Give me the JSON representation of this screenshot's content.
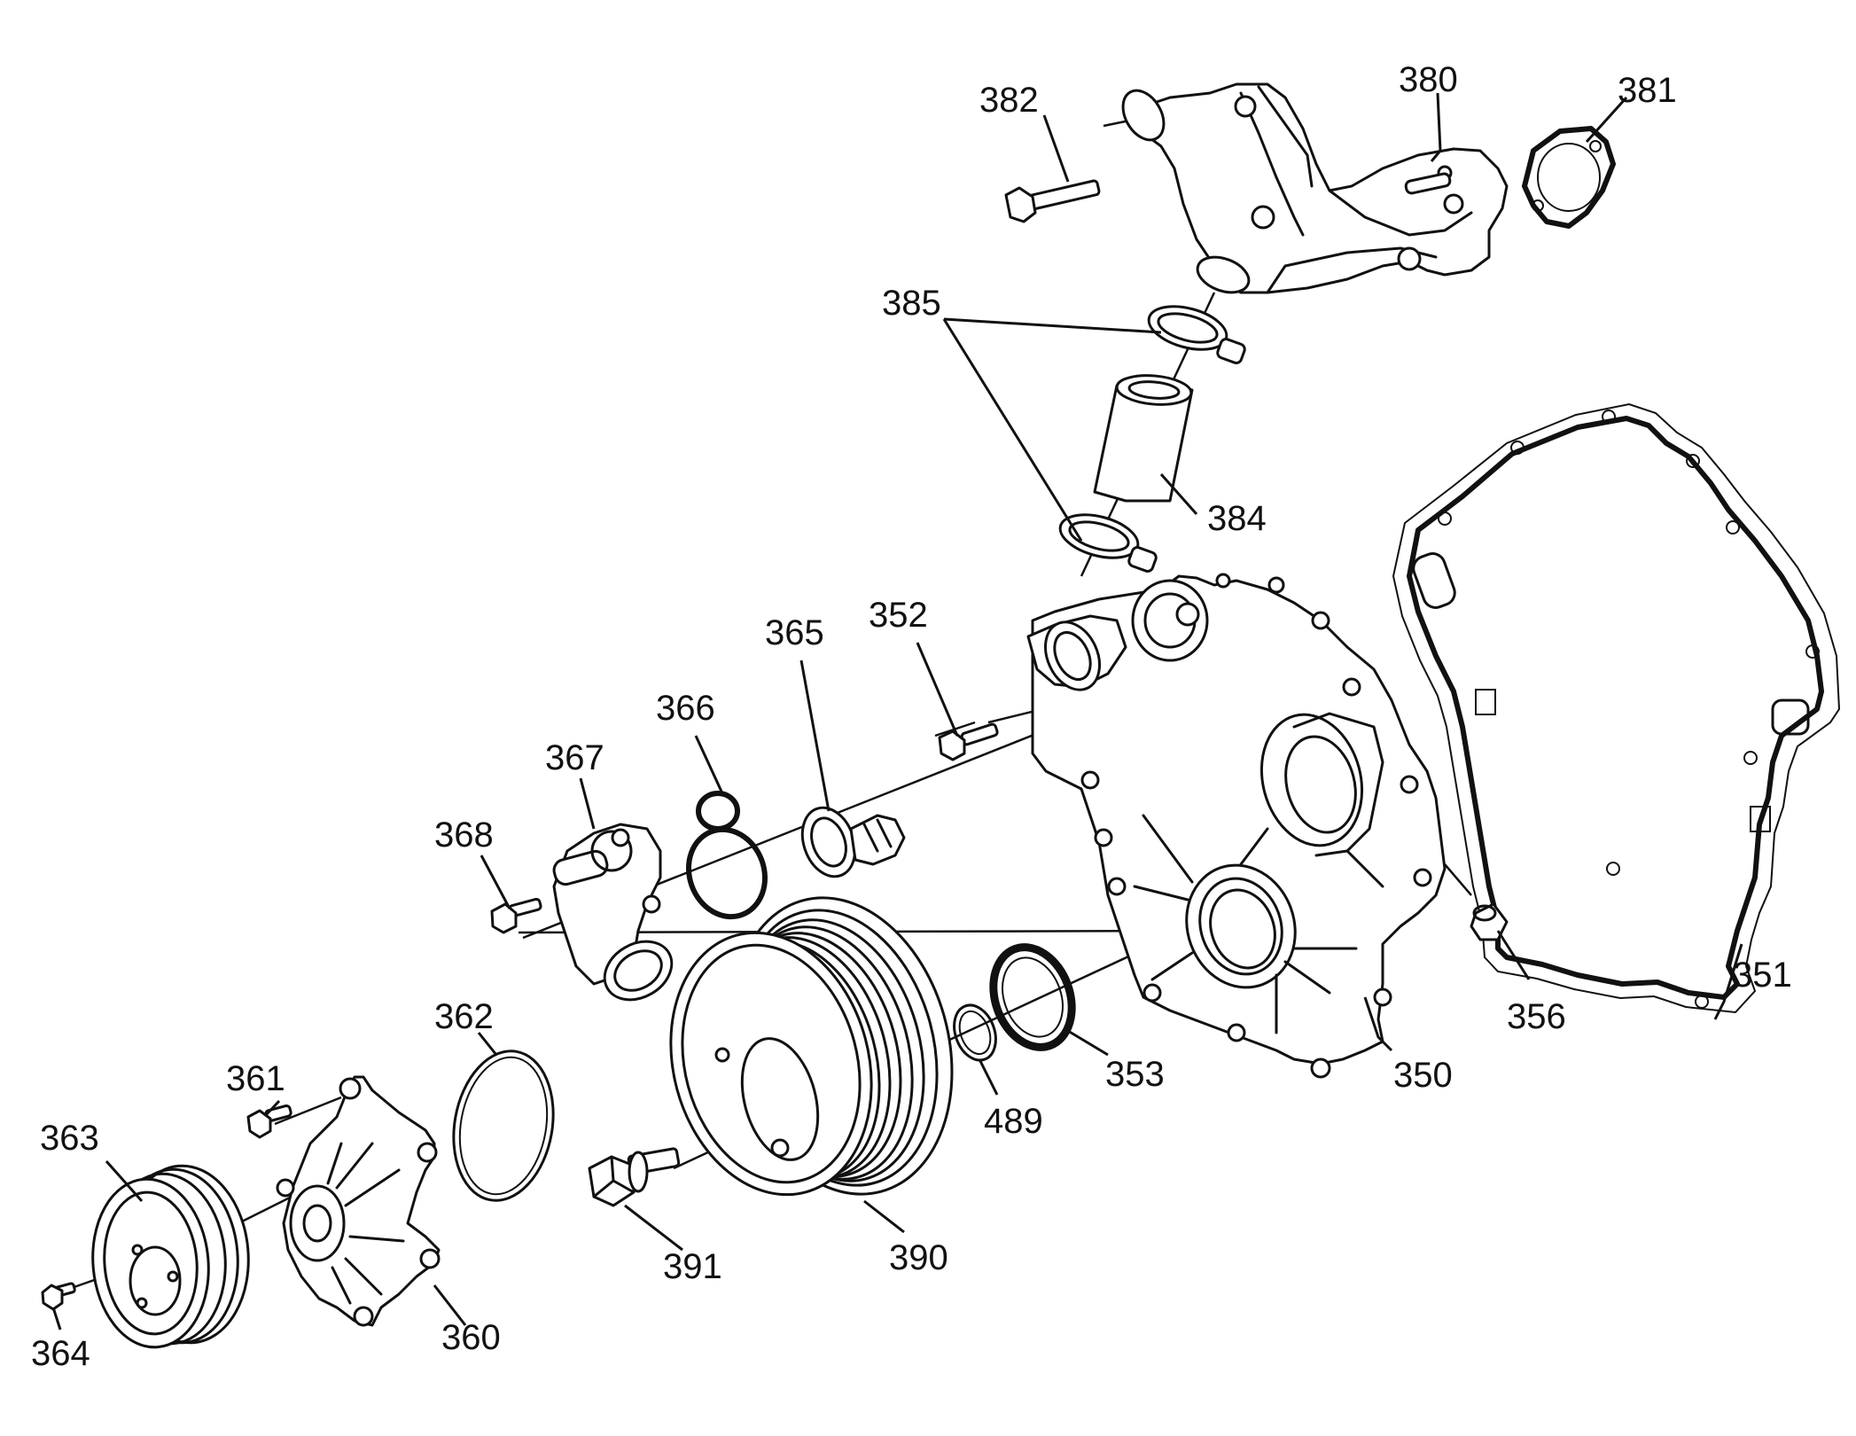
{
  "callouts": {
    "c350": "350",
    "c351": "351",
    "c352": "352",
    "c353": "353",
    "c356": "356",
    "c360": "360",
    "c361": "361",
    "c362": "362",
    "c363": "363",
    "c364": "364",
    "c365": "365",
    "c366": "366",
    "c367": "367",
    "c368": "368",
    "c380": "380",
    "c381": "381",
    "c382": "382",
    "c384": "384",
    "c385": "385",
    "c390": "390",
    "c391": "391",
    "c489": "489"
  },
  "colors": {
    "line": "#111111",
    "background": "#ffffff"
  }
}
